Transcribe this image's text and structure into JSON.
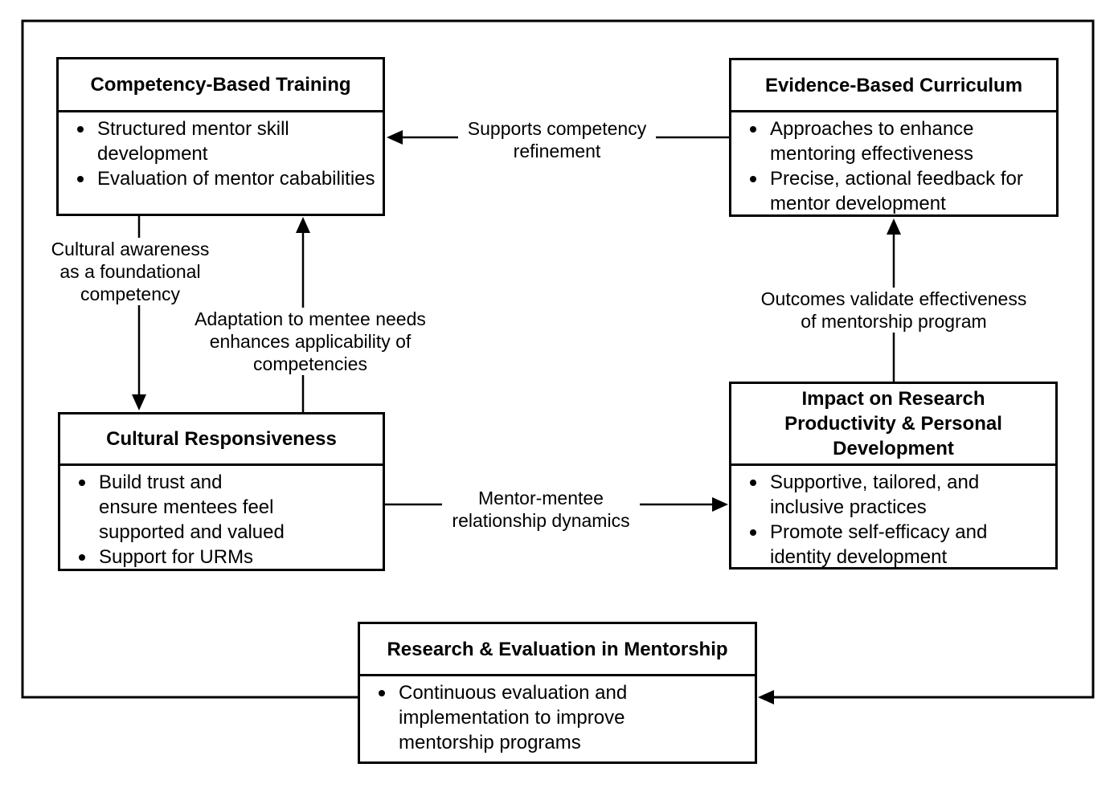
{
  "diagram": {
    "background_color": "#ffffff",
    "line_color": "#000000",
    "text_color": "#000000",
    "nodes": {
      "competency_training": {
        "title": "Competency-Based Training",
        "bullets": [
          "Structured mentor skill development",
          "Evaluation of mentor cababilities"
        ]
      },
      "evidence_curriculum": {
        "title": "Evidence-Based Curriculum",
        "bullets": [
          "Approaches to enhance mentoring effectiveness",
          "Precise, actional feedback for mentor development"
        ]
      },
      "cultural_responsiveness": {
        "title": "Cultural Responsiveness",
        "bullets": [
          "Build trust and\nensure mentees feel\nsupported and valued",
          "Support for URMs"
        ]
      },
      "impact_research": {
        "title": "Impact on Research Productivity & Personal Development",
        "bullets": [
          "Supportive, tailored, and inclusive practices",
          "Promote self-efficacy and identity development"
        ]
      },
      "research_evaluation": {
        "title": "Research & Evaluation in Mentorship",
        "bullets": [
          "Continuous evaluation and implementation to improve mentorship programs"
        ]
      }
    },
    "edge_labels": {
      "supports_competency": "Supports competency refinement",
      "cultural_awareness": "Cultural awareness as a foundational competency",
      "adaptation": "Adaptation to mentee needs enhances applicability of competencies",
      "mentor_mentee": "Mentor-mentee relationship dynamics",
      "outcomes_validate": "Outcomes validate effectiveness of mentorship program"
    }
  }
}
